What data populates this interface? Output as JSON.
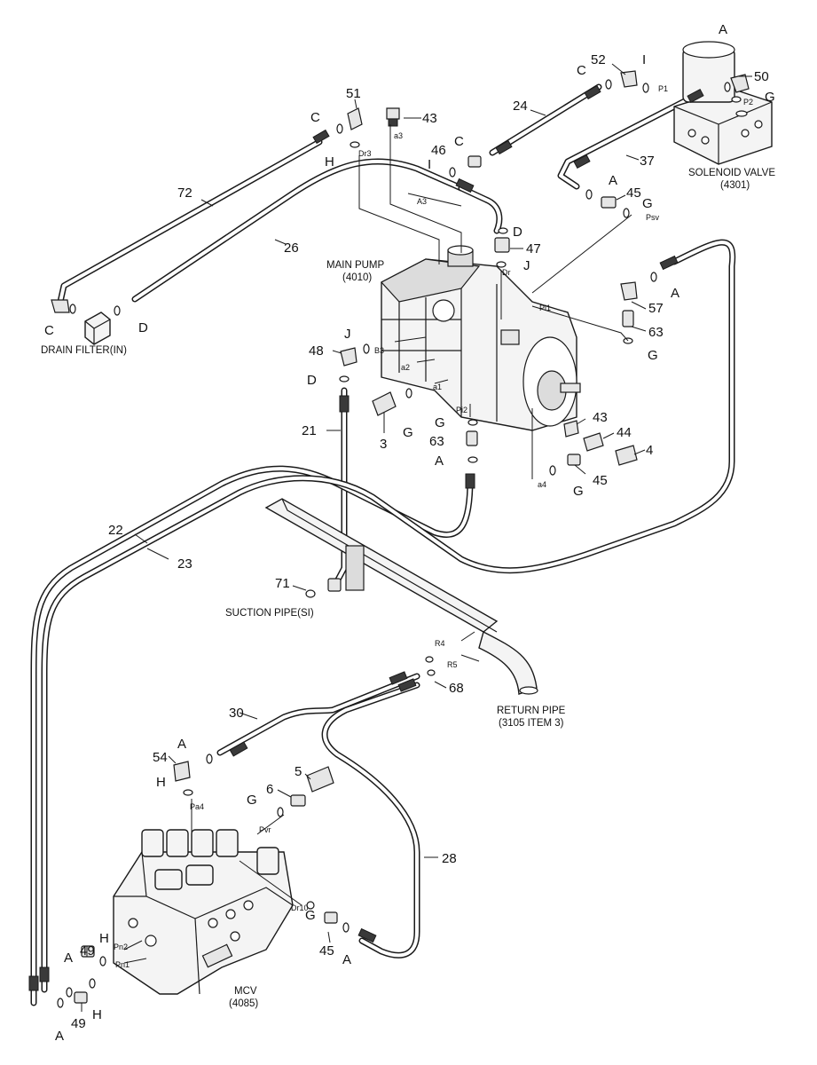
{
  "components": {
    "main_pump": {
      "name": "MAIN PUMP",
      "code": "(4010)"
    },
    "solenoid_valve": {
      "name": "SOLENOID VALVE",
      "code": "(4301)"
    },
    "mcv": {
      "name": "MCV",
      "code": "(4085)"
    },
    "drain_filter": {
      "name": "DRAIN FILTER(IN)"
    },
    "suction_pipe": {
      "name": "SUCTION PIPE(SI)"
    },
    "return_pipe": {
      "name": "RETURN PIPE",
      "code": "(3105 ITEM 3)"
    }
  },
  "part_numbers": [
    "51",
    "43",
    "52",
    "50",
    "24",
    "46",
    "37",
    "72",
    "26",
    "45",
    "47",
    "57",
    "63",
    "48",
    "21",
    "3",
    "43",
    "44",
    "4",
    "63",
    "45",
    "22",
    "23",
    "71",
    "68",
    "30",
    "54",
    "5",
    "6",
    "28",
    "49",
    "45",
    "49"
  ],
  "port_letters": [
    "A",
    "C",
    "I",
    "G",
    "C",
    "H",
    "C",
    "I",
    "A",
    "G",
    "D",
    "J",
    "C",
    "D",
    "A",
    "J",
    "D",
    "G",
    "G",
    "G",
    "A",
    "G",
    "A",
    "H",
    "G",
    "G",
    "A",
    "H",
    "A",
    "A",
    "H"
  ],
  "port_labels": [
    "P1",
    "P2",
    "Dr3",
    "a3",
    "A3",
    "Psv",
    "Dr",
    "Pi1",
    "B3",
    "a2",
    "a1",
    "Pi2",
    "a4",
    "R4",
    "R5",
    "Pa4",
    "Pvr",
    "Dr10",
    "Pn2",
    "Pn1"
  ]
}
